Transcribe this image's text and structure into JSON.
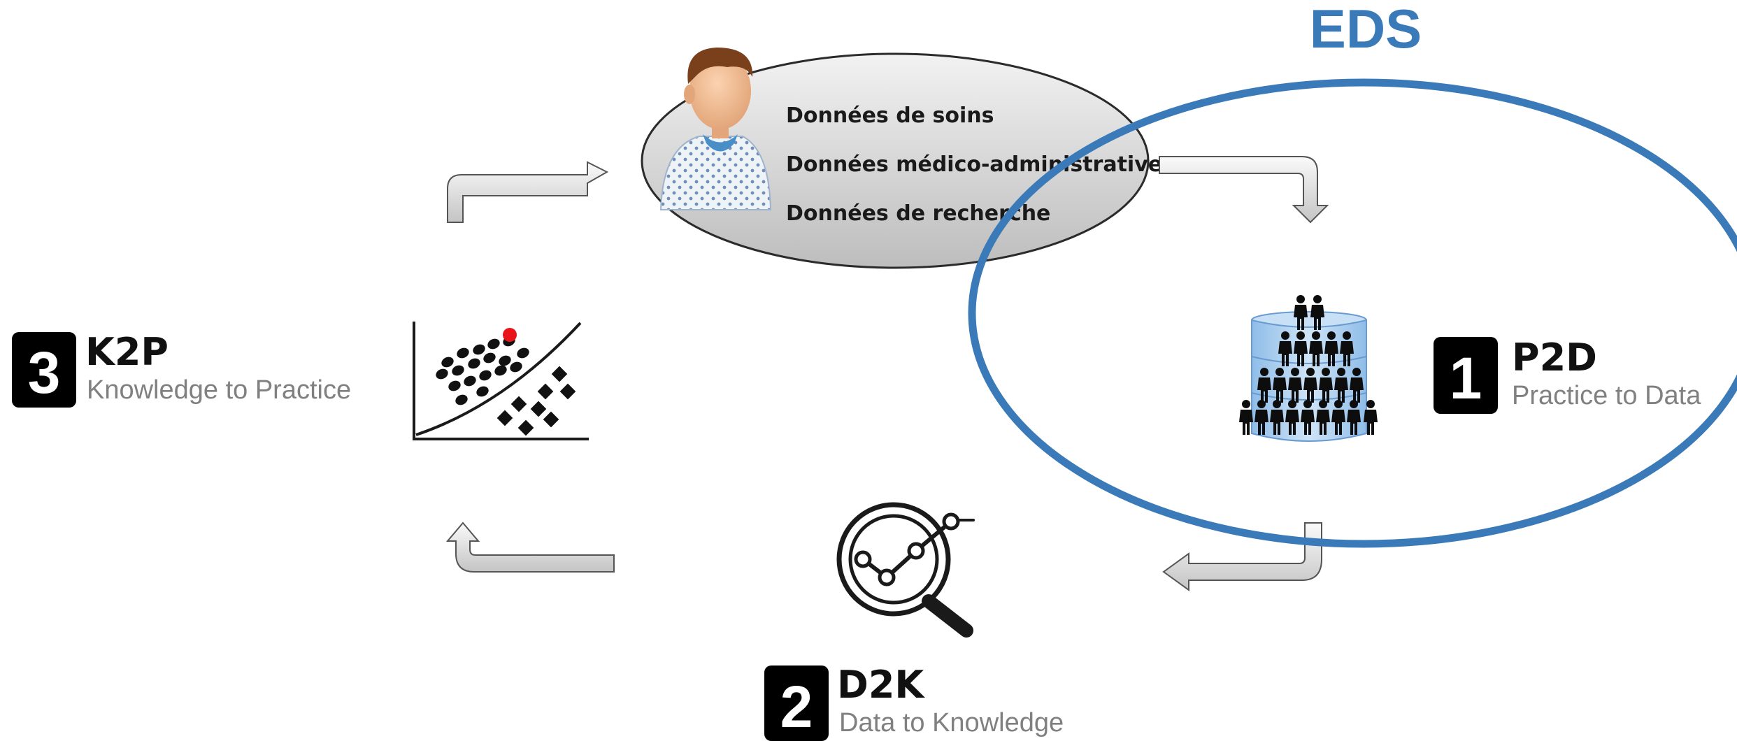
{
  "eds_label": "EDS",
  "patient_data": {
    "items": [
      "Données de soins",
      "Données médico-administratives",
      "Données de recherche"
    ]
  },
  "stages": [
    {
      "number": "1",
      "code": "P2D",
      "description": "Practice to Data"
    },
    {
      "number": "2",
      "code": "D2K",
      "description": "Data to Knowledge"
    },
    {
      "number": "3",
      "code": "K2P",
      "description": "Knowledge to Practice"
    }
  ],
  "colors": {
    "eds_ring": "#3a7ab8",
    "badge": "#000000",
    "highlight_point": "#e8141a",
    "database": "#a9cdf0"
  }
}
